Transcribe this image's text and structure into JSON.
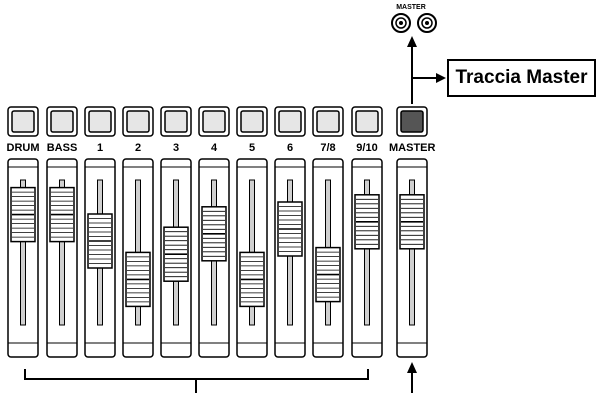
{
  "master_jack_label": "MASTER",
  "callout_label": "Traccia Master",
  "channels": [
    {
      "label": "DRUM",
      "fader_level": 0.82,
      "master": false
    },
    {
      "label": "BASS",
      "fader_level": 0.82,
      "master": false
    },
    {
      "label": "1",
      "fader_level": 0.6,
      "master": false
    },
    {
      "label": "2",
      "fader_level": 0.28,
      "master": false
    },
    {
      "label": "3",
      "fader_level": 0.49,
      "master": false
    },
    {
      "label": "4",
      "fader_level": 0.66,
      "master": false
    },
    {
      "label": "5",
      "fader_level": 0.28,
      "master": false
    },
    {
      "label": "6",
      "fader_level": 0.7,
      "master": false
    },
    {
      "label": "7/8",
      "fader_level": 0.32,
      "master": false
    },
    {
      "label": "9/10",
      "fader_level": 0.76,
      "master": false
    },
    {
      "label": "MASTER",
      "fader_level": 0.76,
      "master": true
    }
  ],
  "colors": {
    "line": "#000000",
    "panel_fill": "#ffffff",
    "key_fill": "#e6e6e6",
    "master_key_fill": "#555555"
  }
}
